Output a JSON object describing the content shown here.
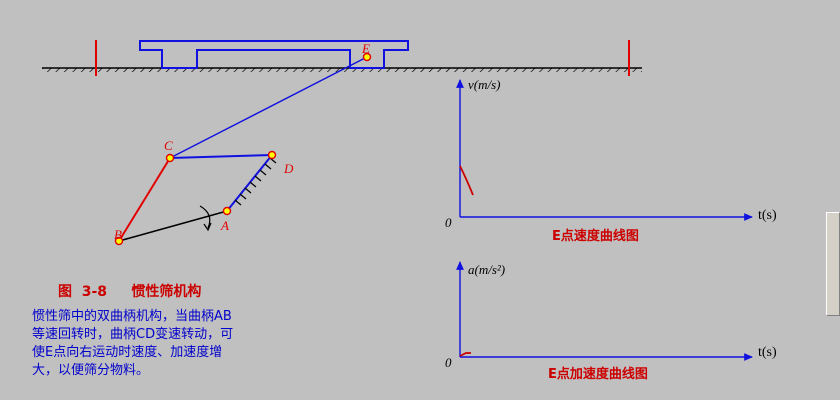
{
  "figure": {
    "caption": "图  3-8     惯性筛机构",
    "description_lines": [
      "惯性筛中的双曲柄机构，当曲柄AB",
      "等速回转时，曲柄CD变速转动，可",
      "使E点向右运动时速度、加速度增",
      "大，以便筛分物料。"
    ]
  },
  "mechanism": {
    "labels": {
      "A": "A",
      "B": "B",
      "C": "C",
      "D": "D",
      "E": "E"
    }
  },
  "velocity_graph": {
    "y_label": "v(m/s)",
    "x_label": "t(s)",
    "origin": "0",
    "title": "E点速度曲线图"
  },
  "acceleration_graph": {
    "y_label": "a(m/s²)",
    "x_label": "t(s)",
    "origin": "0",
    "title": "E点加速度曲线图"
  },
  "colors": {
    "background": "#c0c0c0",
    "ground": "#000000",
    "link_red": "#e00000",
    "link_blue": "#1010e0",
    "link_black": "#000000",
    "title_red": "#cc0000",
    "text_blue": "#0000cc",
    "joint_fill": "#ffff00",
    "joint_stroke": "#e00000",
    "axis_blue": "#1010e0"
  }
}
